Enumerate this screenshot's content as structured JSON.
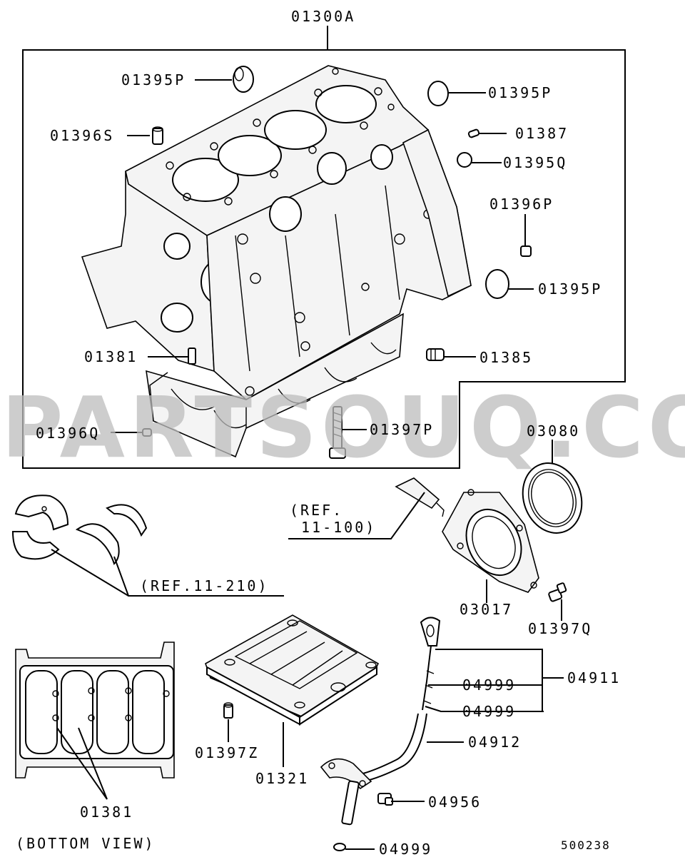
{
  "diagram": {
    "watermark": "PARTSOUQ.COM",
    "figure_id": "500238",
    "view_caption": "(BOTTOM VIEW)",
    "labels": {
      "l01300A": "01300A",
      "l01395P_a": "01395P",
      "l01395P_b": "01395P",
      "l01395P_c": "01395P",
      "l01396S": "01396S",
      "l01387": "01387",
      "l01395Q": "01395Q",
      "l01396P": "01396P",
      "l01381_top": "01381",
      "l01385": "01385",
      "l01396Q": "01396Q",
      "l01397P": "01397P",
      "l03080": "03080",
      "lref100_a": "(REF.",
      "lref100_b": "11-100)",
      "lref210": "(REF.11-210)",
      "l03017": "03017",
      "l01397Q": "01397Q",
      "l04911": "04911",
      "l04999_a": "04999",
      "l04999_b": "04999",
      "l04999_c": "04999",
      "l04912": "04912",
      "l04956": "04956",
      "l01397Z": "01397Z",
      "l01321": "01321",
      "l01381_bottom": "01381"
    }
  }
}
